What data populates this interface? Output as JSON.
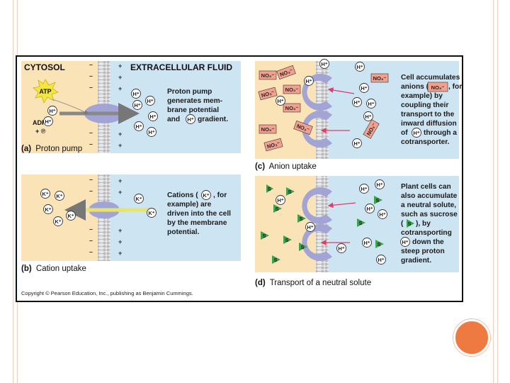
{
  "panels": {
    "a": {
      "label_letter": "(a)",
      "label_text": "Proton pump",
      "cytosol": "CYTOSOL",
      "extracellular": "EXTRACELLULAR FLUID",
      "atp": "ATP",
      "adp": "ADP",
      "pi": "+ ℗",
      "desc_lines": [
        "Proton pump",
        "generates mem-",
        "brane potential",
        "and",
        "gradient."
      ]
    },
    "b": {
      "label_letter": "(b)",
      "label_text": "Cation uptake",
      "desc_lines": [
        "Cations (",
        ", for",
        "example) are",
        "driven into the cell",
        "by the membrane",
        "potential."
      ]
    },
    "c": {
      "label_letter": "(c)",
      "label_text": "Anion uptake",
      "desc_lines": [
        "Cell accumulates",
        "anions (",
        ", for",
        "example) by",
        "coupling their",
        "transport to the",
        "inward diffusion",
        "of",
        "through a",
        "cotransporter."
      ]
    },
    "d": {
      "label_letter": "(d)",
      "label_text": "Transport of a neutral solute",
      "desc_lines": [
        "Plant cells can",
        "also accumulate",
        "a neutral solute,",
        "such as sucrose",
        "(",
        "), by",
        "cotransporting",
        "down the",
        "steep proton",
        "gradient."
      ]
    }
  },
  "ions": {
    "h": "H⁺",
    "k": "K⁺",
    "no3": "NO₃⁻",
    "s": "S"
  },
  "signs": {
    "minus": "–",
    "plus": "+"
  },
  "copyright": "Copyright © Pearson Education, Inc., publishing as Benjamin Cummings.",
  "colors": {
    "cytosol_bg": "#fae3b6",
    "extracellular_bg": "#cde4f2",
    "protein": "#a3a4d6",
    "atp_burst": "#f4e640",
    "arrow": "#e43a6a",
    "decor_circle": "#ee7a42",
    "sucrose": "#3ba34a"
  }
}
